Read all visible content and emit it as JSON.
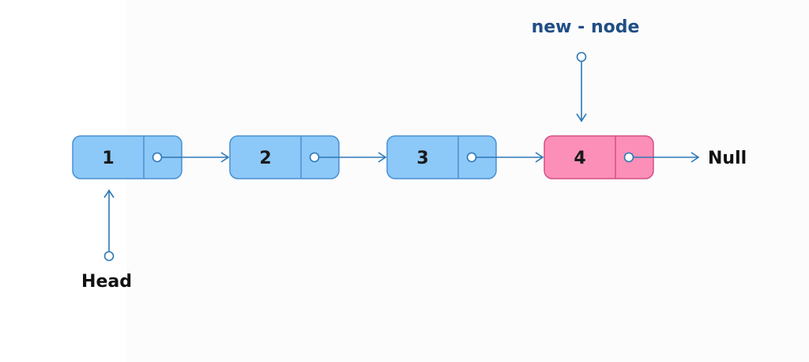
{
  "colors": {
    "node_fill": "#8cc8f8",
    "node_stroke": "#4a90cf",
    "new_node_fill": "#fb8fb8",
    "new_node_stroke": "#d54f82",
    "arrow": "#2e78b5",
    "label_dark": "#111111",
    "label_blue": "#1f4e85"
  },
  "nodes": [
    {
      "value": "1",
      "is_new": false
    },
    {
      "value": "2",
      "is_new": false
    },
    {
      "value": "3",
      "is_new": false
    },
    {
      "value": "4",
      "is_new": true
    }
  ],
  "labels": {
    "head": "Head",
    "null": "Null",
    "new_node": "new - node"
  }
}
